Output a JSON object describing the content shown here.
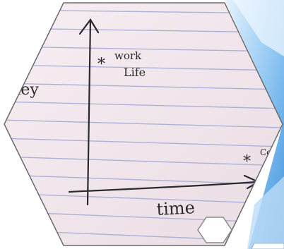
{
  "photo": {
    "texts": {
      "marker_upper": "*",
      "work_line1": "work",
      "work_line2": "Life",
      "y_axis_fragment": "oney",
      "x_axis_label": "time",
      "marker_right": "*",
      "right_fragment": "Co"
    },
    "colors": {
      "paper": "#f3e8ee",
      "rule_line": "#9fa9d4",
      "margin_line": "#d9a3b4",
      "ink": "#2a2a2a",
      "frame_blue_light": "#cfe6fb",
      "frame_blue_dark": "#4d9fe3",
      "frame_white": "#ffffff"
    }
  }
}
